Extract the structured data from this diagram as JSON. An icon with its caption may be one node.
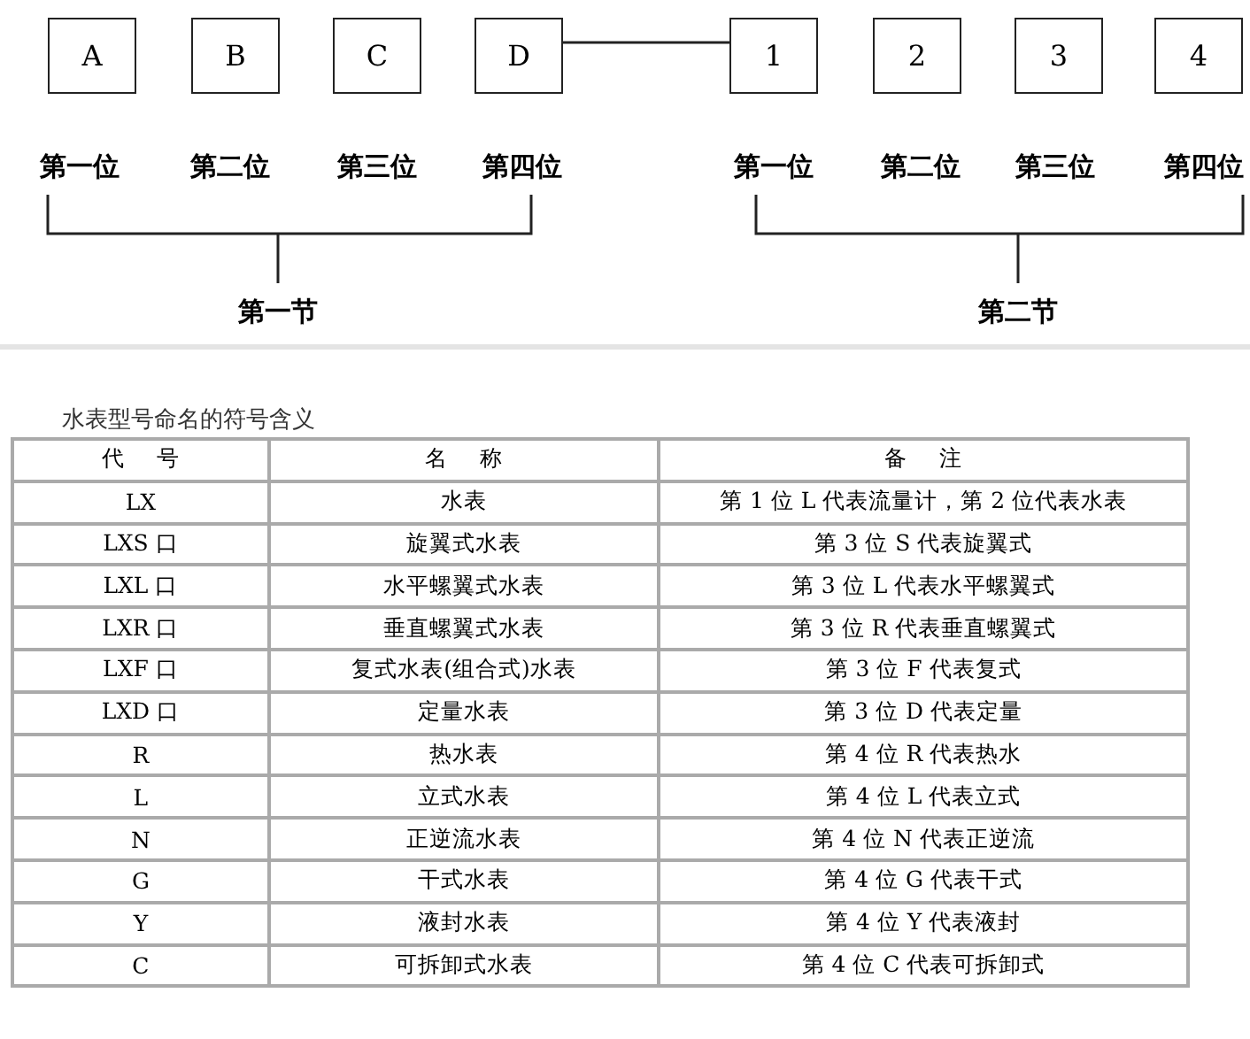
{
  "diagram": {
    "nodes": [
      {
        "text": [
          "A"
        ]
      },
      {
        "text": [
          "B"
        ]
      },
      {
        "text": [
          "C"
        ]
      },
      {
        "text": [
          "D"
        ]
      },
      {
        "text": [
          "1"
        ]
      },
      {
        "text": [
          "2"
        ]
      },
      {
        "text": [
          "3"
        ]
      },
      {
        "text": [
          "4"
        ]
      }
    ],
    "edges": [
      {
        "from": 3,
        "to": 4,
        "arrow": "none"
      }
    ],
    "labels": [
      "第一位",
      "第二位",
      "第三位",
      "第四位",
      "第一位",
      "第二位",
      "第三位",
      "第四位",
      "第一节",
      "第二节",
      "水表型号命名的符号含义",
      "代 号",
      "名 称",
      "备 注",
      "LX",
      "水表",
      "第 1 位 L 代表流量计，第 2 位代表水表",
      "LXS 口",
      "旋翼式水表",
      "第 3 位 S 代表旋翼式",
      "LXL 口",
      "水平螺翼式水表",
      "第 3 位 L 代表水平螺翼式",
      "LXR 口",
      "垂直螺翼式水表",
      "第 3 位 R 代表垂直螺翼式",
      "LXF 口",
      "复式水表(组合式)水表",
      "第 3 位 F 代表复式",
      "LXD 口",
      "定量水表",
      "第 3 位 D 代表定量",
      "R",
      "热水表",
      "第 4 位 R 代表热水",
      "L",
      "立式水表",
      "第 4 位 L 代表立式",
      "N",
      "正逆流水表",
      "第 4 位 N 代表正逆流",
      "G",
      "干式水表",
      "第 4 位 G 代表干式",
      "Y",
      "液封水表",
      "第 4 位 Y 代表液封",
      "C",
      "可拆卸式水表",
      "第 4 位 C 代表可拆卸式"
    ]
  }
}
